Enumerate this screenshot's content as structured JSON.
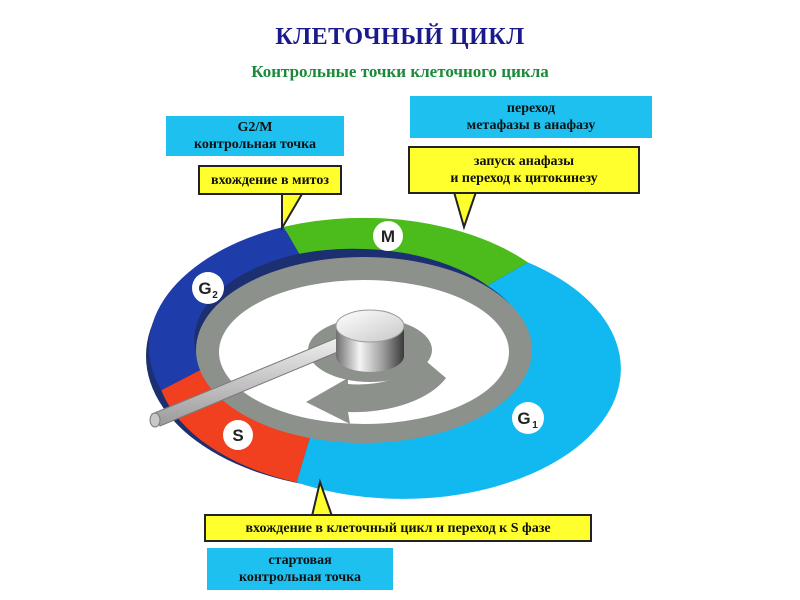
{
  "title": "КЛЕТОЧНЫЙ ЦИКЛ",
  "subtitle": "Контрольные точки клеточного цикла",
  "callouts": {
    "g2m_checkpoint": [
      "G2/M",
      "контрольная точка"
    ],
    "mitosis_entry": "вхождение в митоз",
    "metaphase_anaphase": [
      "переход",
      "метафазы в анафазу"
    ],
    "anaphase_start": [
      "запуск анафазы",
      "и переход к цитокинезу"
    ],
    "cycle_entry": "вхождение в клеточный цикл и переход к S фазе",
    "start_checkpoint": [
      "стартовая",
      "контрольная точка"
    ]
  },
  "phases": {
    "m": "M",
    "g2": "G",
    "g2_sub": "2",
    "s": "S",
    "g1": "G",
    "g1_sub": "1"
  },
  "colors": {
    "title": "#1a1a8c",
    "subtitle": "#1a8a3a",
    "callout_cyan": "#1ec0f0",
    "callout_yellow": "#ffff2e",
    "phase_m": "#4cbc1c",
    "phase_g1": "#12b8f0",
    "phase_s": "#f04020",
    "phase_g2": "#1e3caa",
    "inner_disc": "#8c918c"
  }
}
